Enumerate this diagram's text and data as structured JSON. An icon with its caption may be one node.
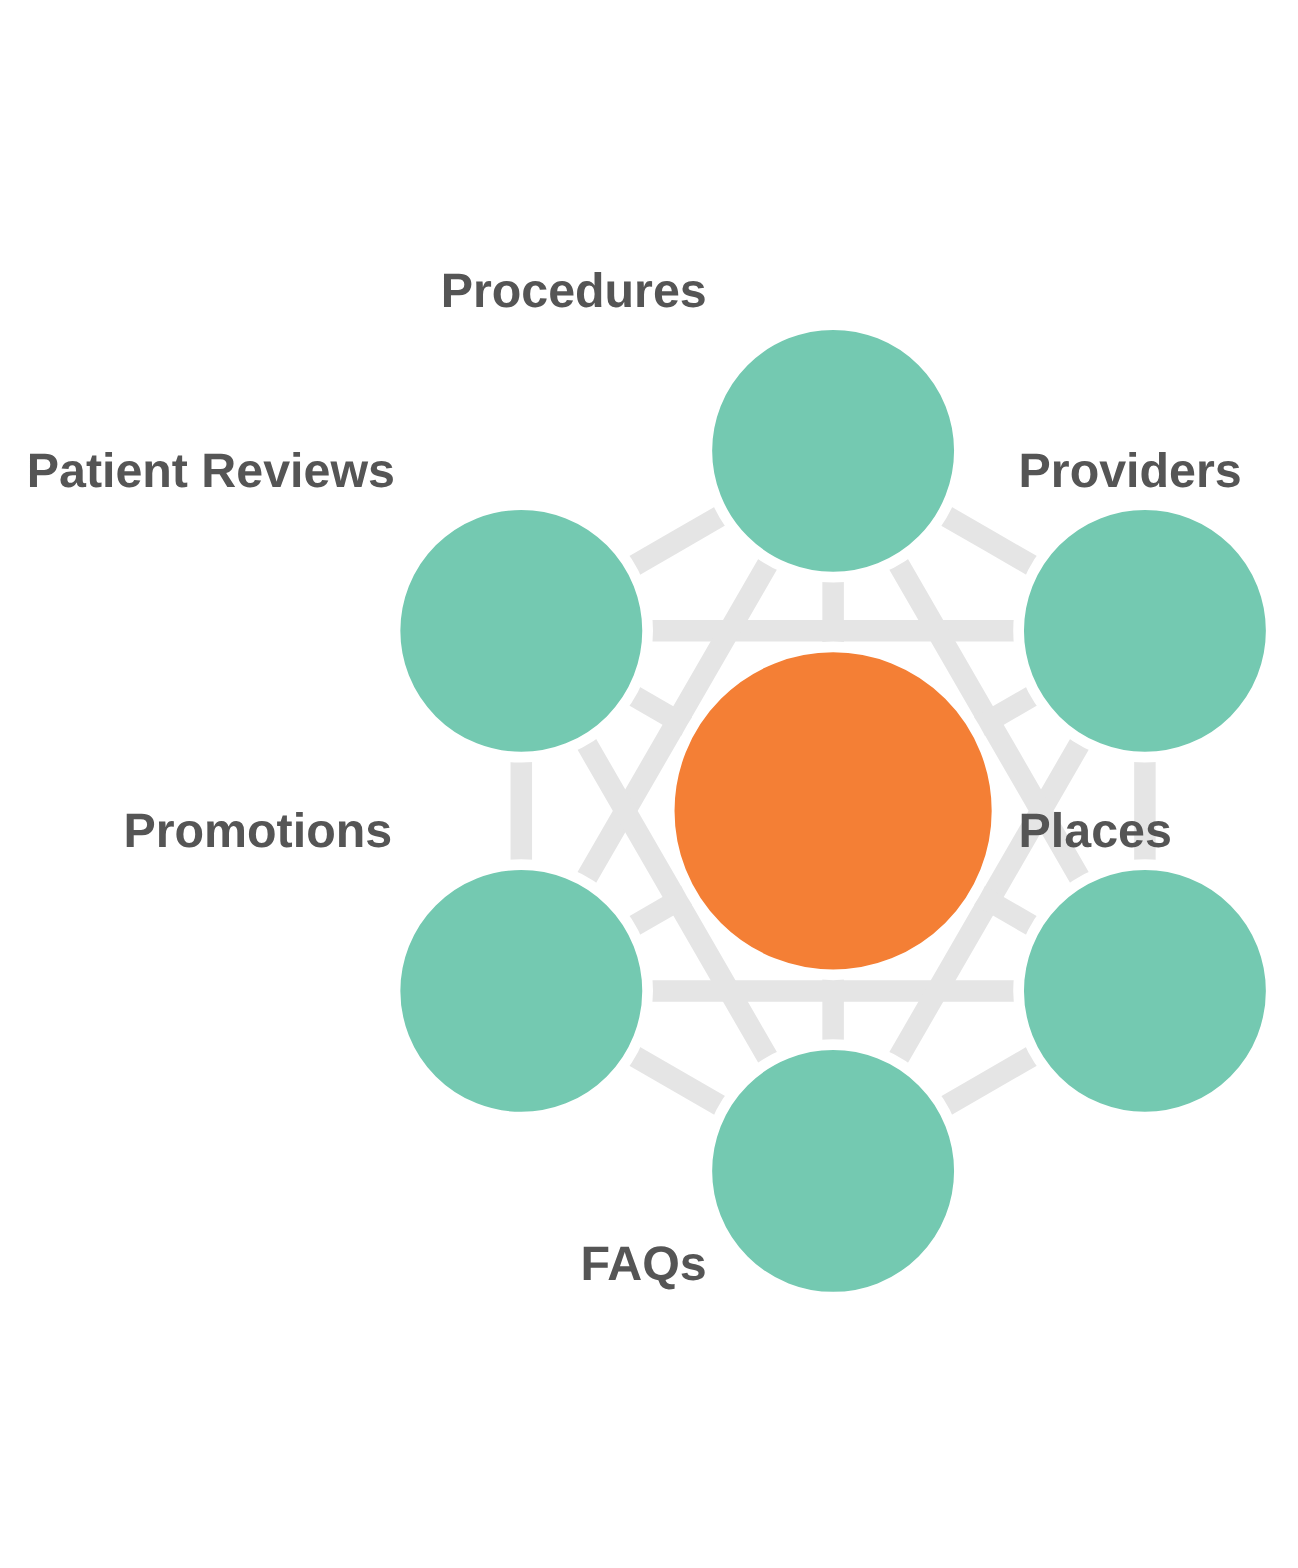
{
  "diagram": {
    "nodes": [
      {
        "text": [
          "Providers"
        ]
      },
      {
        "text": [
          "Procedures"
        ]
      },
      {
        "text": [
          "Patient Reviews"
        ]
      },
      {
        "text": [
          "Promotions"
        ]
      },
      {
        "text": [
          "FAQs"
        ]
      },
      {
        "text": [
          "Places"
        ]
      },
      {
        "text": [],
        "shape": "circle"
      }
    ],
    "edges": [
      {
        "from": 0,
        "to": 1,
        "arrow": "none"
      },
      {
        "from": 1,
        "to": 2,
        "arrow": "none"
      },
      {
        "from": 2,
        "to": 3,
        "arrow": "none"
      },
      {
        "from": 3,
        "to": 4,
        "arrow": "none"
      },
      {
        "from": 4,
        "to": 5,
        "arrow": "none"
      },
      {
        "from": 5,
        "to": 0,
        "arrow": "none"
      },
      {
        "from": 0,
        "to": 2,
        "arrow": "none"
      },
      {
        "from": 1,
        "to": 3,
        "arrow": "none"
      },
      {
        "from": 2,
        "to": 4,
        "arrow": "none"
      },
      {
        "from": 3,
        "to": 5,
        "arrow": "none"
      },
      {
        "from": 4,
        "to": 0,
        "arrow": "none"
      },
      {
        "from": 5,
        "to": 1,
        "arrow": "none"
      },
      {
        "from": 6,
        "to": 0,
        "arrow": "none"
      },
      {
        "from": 6,
        "to": 1,
        "arrow": "none"
      },
      {
        "from": 6,
        "to": 2,
        "arrow": "none"
      },
      {
        "from": 6,
        "to": 3,
        "arrow": "none"
      },
      {
        "from": 6,
        "to": 4,
        "arrow": "none"
      },
      {
        "from": 6,
        "to": 5,
        "arrow": "none"
      }
    ]
  }
}
